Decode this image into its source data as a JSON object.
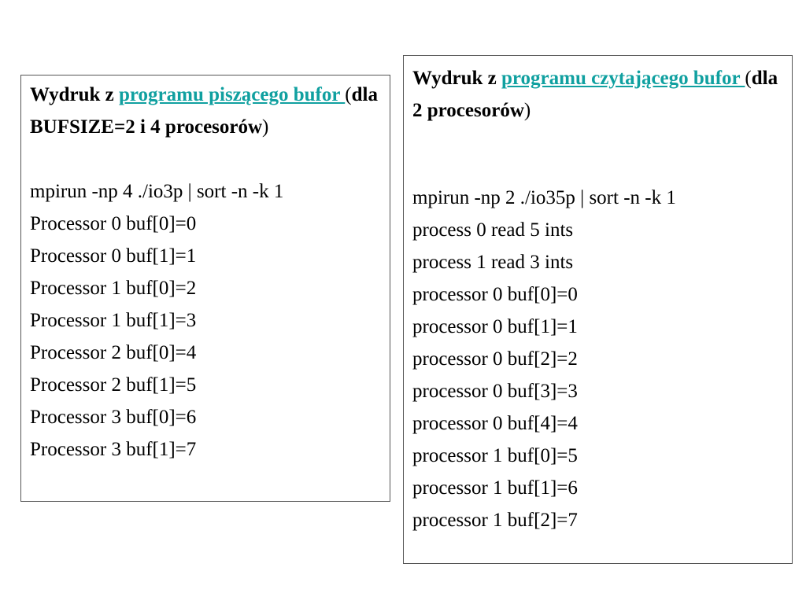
{
  "left_panel": {
    "heading": {
      "prefix": "Wydruk z ",
      "link_text": "programu piszącego bufor ",
      "suffix_open": "(",
      "suffix_bold": "dla BUFSIZE=2 i 4 procesorów",
      "suffix_close": ")"
    },
    "lines": [
      "mpirun -np 4 ./io3p | sort -n -k 1",
      "Processor 0 buf[0]=0",
      "Processor 0 buf[1]=1",
      "Processor 1 buf[0]=2",
      "Processor 1 buf[1]=3",
      "Processor 2 buf[0]=4",
      "Processor 2 buf[1]=5",
      "Processor 3 buf[0]=6",
      "Processor 3 buf[1]=7"
    ]
  },
  "right_panel": {
    "heading": {
      "prefix": "Wydruk z ",
      "link_text": "programu czytającego bufor ",
      "suffix_open": "(",
      "suffix_bold": "dla 2 procesorów",
      "suffix_close": ")"
    },
    "lines": [
      "mpirun -np 2 ./io35p | sort -n -k 1",
      "process 0 read 5 ints",
      "process 1 read 3 ints",
      "processor 0 buf[0]=0",
      "processor 0 buf[1]=1",
      "processor 0 buf[2]=2",
      "processor 0 buf[3]=3",
      "processor 0 buf[4]=4",
      "processor 1 buf[0]=5",
      "processor 1 buf[1]=6",
      "processor 1 buf[2]=7"
    ]
  },
  "colors": {
    "link": "#10a0a0",
    "border": "#555555",
    "text": "#000000"
  }
}
